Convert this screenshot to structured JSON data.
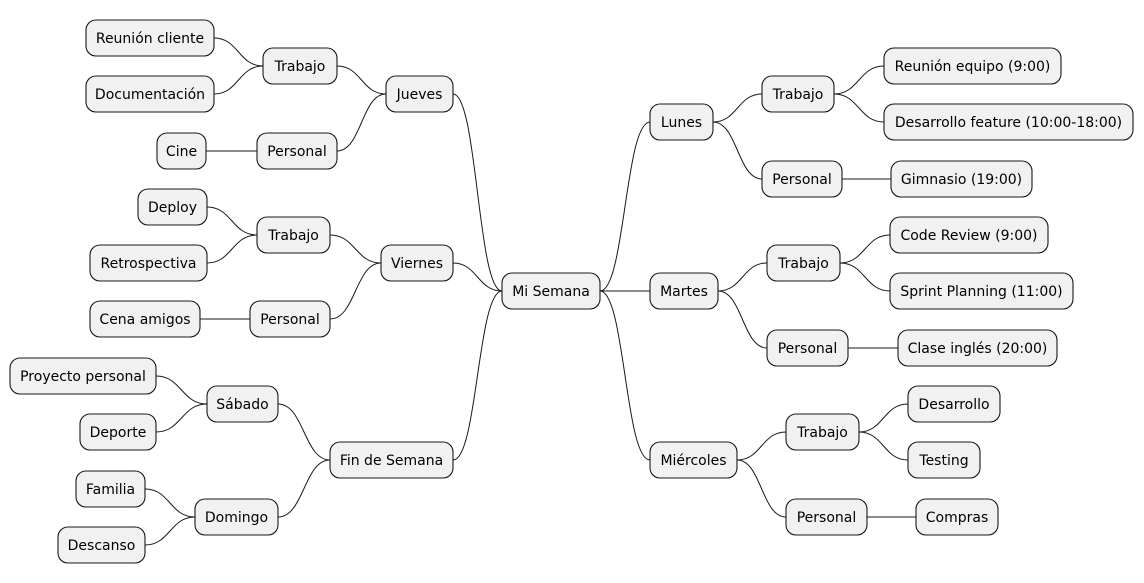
{
  "root": {
    "label": "Mi Semana"
  },
  "days": {
    "lunes": {
      "label": "Lunes",
      "trabajo": {
        "label": "Trabajo",
        "items": [
          "Reunión equipo (9:00)",
          "Desarrollo feature (10:00-18:00)"
        ]
      },
      "personal": {
        "label": "Personal",
        "items": [
          "Gimnasio (19:00)"
        ]
      }
    },
    "martes": {
      "label": "Martes",
      "trabajo": {
        "label": "Trabajo",
        "items": [
          "Code Review (9:00)",
          "Sprint Planning (11:00)"
        ]
      },
      "personal": {
        "label": "Personal",
        "items": [
          "Clase inglés (20:00)"
        ]
      }
    },
    "miercoles": {
      "label": "Miércoles",
      "trabajo": {
        "label": "Trabajo",
        "items": [
          "Desarrollo",
          "Testing"
        ]
      },
      "personal": {
        "label": "Personal",
        "items": [
          "Compras"
        ]
      }
    },
    "jueves": {
      "label": "Jueves",
      "trabajo": {
        "label": "Trabajo",
        "items": [
          "Reunión cliente",
          "Documentación"
        ]
      },
      "personal": {
        "label": "Personal",
        "items": [
          "Cine"
        ]
      }
    },
    "viernes": {
      "label": "Viernes",
      "trabajo": {
        "label": "Trabajo",
        "items": [
          "Deploy",
          "Retrospectiva"
        ]
      },
      "personal": {
        "label": "Personal",
        "items": [
          "Cena amigos"
        ]
      }
    },
    "fin_de_semana": {
      "label": "Fin de Semana",
      "sabado": {
        "label": "Sábado",
        "items": [
          "Proyecto personal",
          "Deporte"
        ]
      },
      "domingo": {
        "label": "Domingo",
        "items": [
          "Familia",
          "Descanso"
        ]
      }
    }
  },
  "colors": {
    "node_fill": "#f1f1f1",
    "node_stroke": "#181818",
    "text": "#000000"
  }
}
